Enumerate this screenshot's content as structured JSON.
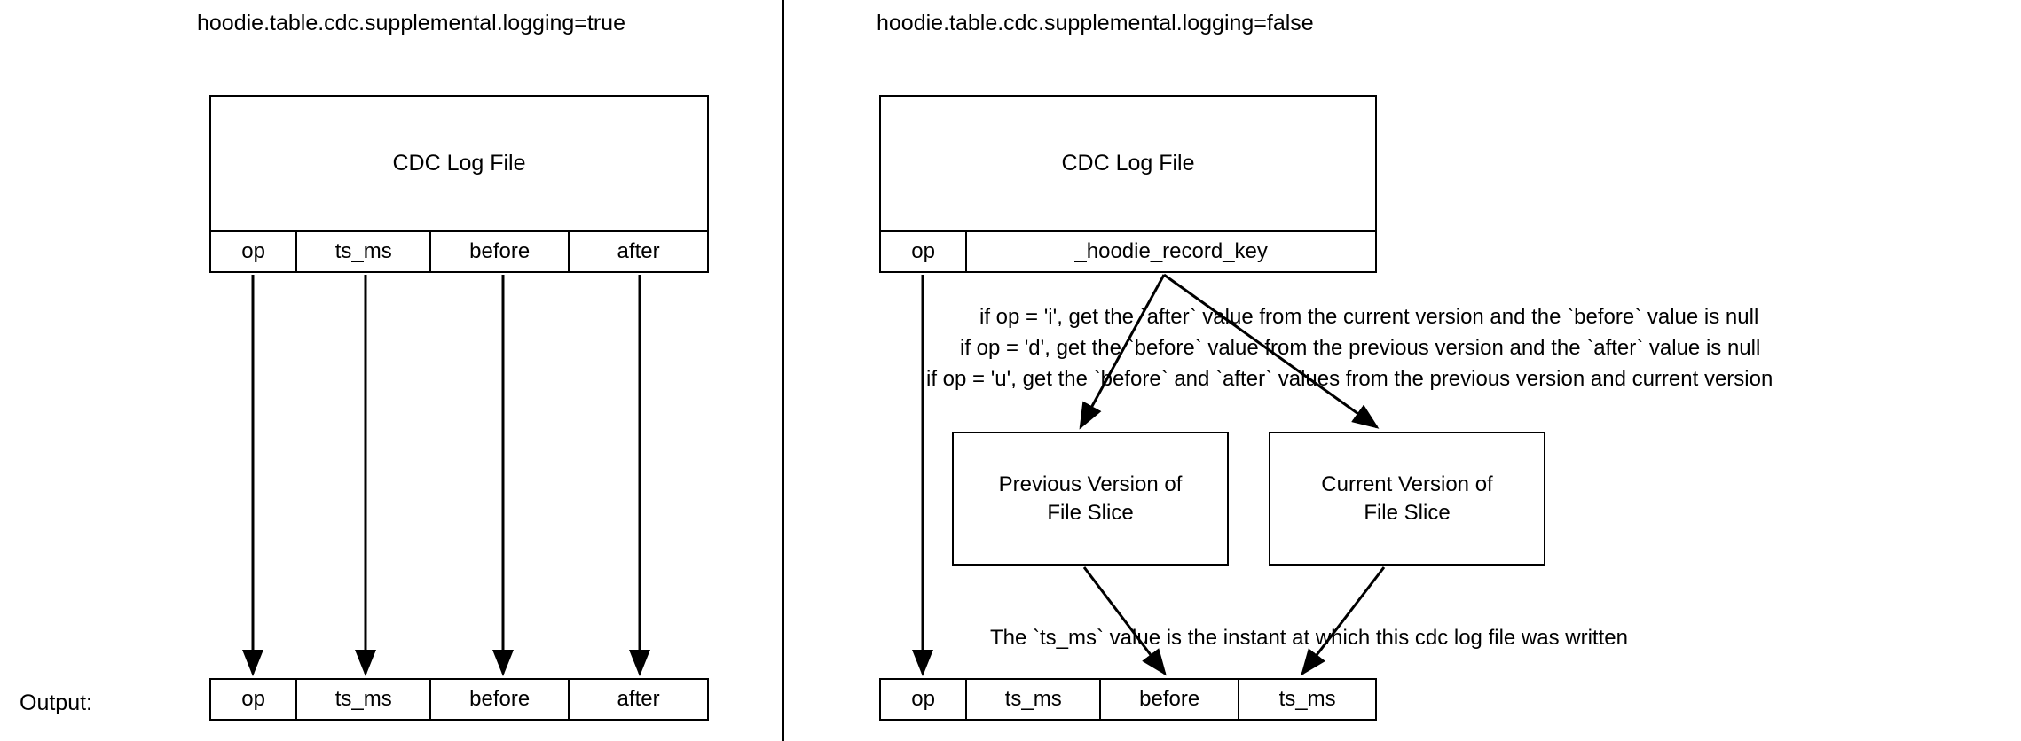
{
  "diagram": {
    "title_left": "hoodie.table.cdc.supplemental.logging=true",
    "title_right": "hoodie.table.cdc.supplemental.logging=false",
    "output_label": "Output:"
  },
  "left_panel": {
    "cdc_box": {
      "title": "CDC Log File",
      "columns": [
        {
          "label": "op"
        },
        {
          "label": "ts_ms"
        },
        {
          "label": "before"
        },
        {
          "label": "after"
        }
      ]
    },
    "output_row": {
      "columns": [
        {
          "label": "op"
        },
        {
          "label": "ts_ms"
        },
        {
          "label": "before"
        },
        {
          "label": "after"
        }
      ]
    }
  },
  "right_panel": {
    "cdc_box": {
      "title": "CDC Log File",
      "columns": [
        {
          "label": "op"
        },
        {
          "label": "_hoodie_record_key"
        }
      ]
    },
    "notes": [
      "if op = 'i', get the `after` value from the current version and the `before` value is null",
      "if op = 'd', get the `before` value from the previous version  and the `after` value is null",
      "if op = 'u', get the `before` and `after` values from the previous version and current version"
    ],
    "slice_boxes": [
      {
        "line1": "Previous Version of",
        "line2": "File Slice"
      },
      {
        "line1": "Current Version of",
        "line2": "File Slice"
      }
    ],
    "ts_note": "The `ts_ms` value is the instant at which this cdc log file was written",
    "output_row": {
      "columns": [
        {
          "label": "op"
        },
        {
          "label": "ts_ms"
        },
        {
          "label": "before"
        },
        {
          "label": "ts_ms"
        }
      ]
    }
  },
  "colors": {
    "stroke": "#000000",
    "background": "#ffffff",
    "text": "#000000"
  }
}
